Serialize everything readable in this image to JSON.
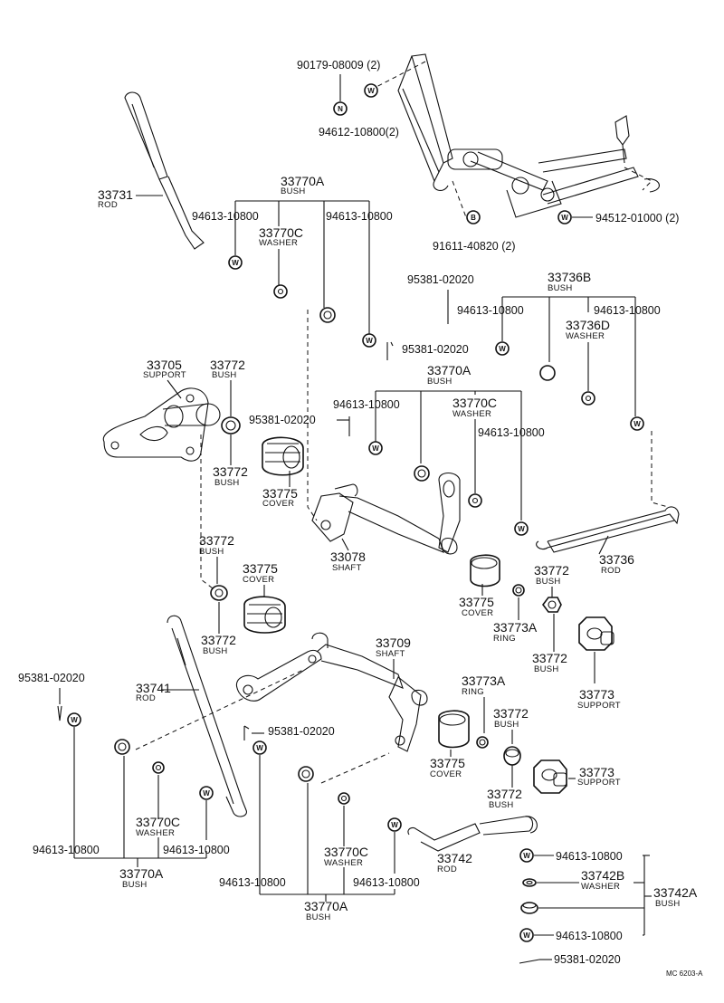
{
  "labels": {
    "p90179": "90179-08009 (2)",
    "p94612": "94612-10800(2)",
    "p91611": "91611-40820 (2)",
    "p94512": "94512-01000 (2)",
    "p33731": "33731",
    "p33731_sub": "ROD",
    "p33770A_top": "33770A",
    "p33770A_top_sub": "BUSH",
    "p94613_a": "94613-10800",
    "p33770C_top": "33770C",
    "p33770C_top_sub": "WASHER",
    "p94613_b": "94613-10800",
    "p95381_a": "95381-02020",
    "p33736B": "33736B",
    "p33736B_sub": "BUSH",
    "p94613_c": "94613-10800",
    "p33736D": "33736D",
    "p33736D_sub": "WASHER",
    "p94613_d": "94613-10800",
    "p95381_b": "95381-02020",
    "p33705": "33705",
    "p33705_sub": "SUPPORT",
    "p33772_a": "33772",
    "p33772_a_sub": "BUSH",
    "p33770A_mid": "33770A",
    "p33770A_mid_sub": "BUSH",
    "p95381_c": "95381-02020",
    "p94613_e": "94613-10800",
    "p33770C_mid": "33770C",
    "p33770C_mid_sub": "WASHER",
    "p33772_b": "33772",
    "p33772_b_sub": "BUSH",
    "p94613_f": "94613-10800",
    "p33775_a": "33775",
    "p33775_a_sub": "COVER",
    "p33078": "33078",
    "p33078_sub": "SHAFT",
    "p33736": "33736",
    "p33736_sub": "ROD",
    "p33772_c": "33772",
    "p33772_c_sub": "BUSH",
    "p33775_b": "33775",
    "p33775_b_sub": "COVER",
    "p33772_d": "33772",
    "p33772_d_sub": "BUSH",
    "p33775_c": "33775",
    "p33775_c_sub": "COVER",
    "p33773A_a": "33773A",
    "p33773A_a_sub": "RING",
    "p33772_e": "33772",
    "p33772_e_sub": "BUSH",
    "p33772_f": "33772",
    "p33772_f_sub": "BUSH",
    "p33709": "33709",
    "p33709_sub": "SHAFT",
    "p33773_a": "33773",
    "p33773_a_sub": "SUPPORT",
    "p95381_d": "95381-02020",
    "p33741": "33741",
    "p33741_sub": "ROD",
    "p33773A_b": "33773A",
    "p33773A_b_sub": "RING",
    "p33772_g": "33772",
    "p33772_g_sub": "BUSH",
    "p95381_e": "95381-02020",
    "p33775_d": "33775",
    "p33775_d_sub": "COVER",
    "p33773_b": "33773",
    "p33773_b_sub": "SUPPORT",
    "p33772_h": "33772",
    "p33772_h_sub": "BUSH",
    "p33770C_bl": "33770C",
    "p33770C_bl_sub": "WASHER",
    "p94613_g": "94613-10800",
    "p94613_h": "94613-10800",
    "p33770A_bl": "33770A",
    "p33770A_bl_sub": "BUSH",
    "p33770C_bc": "33770C",
    "p33770C_bc_sub": "WASHER",
    "p94613_i": "94613-10800",
    "p94613_j": "94613-10800",
    "p33770A_bc": "33770A",
    "p33770A_bc_sub": "BUSH",
    "p33742": "33742",
    "p33742_sub": "ROD",
    "p94613_k": "94613-10800",
    "p33742B": "33742B",
    "p33742B_sub": "WASHER",
    "p33742A": "33742A",
    "p33742A_sub": "BUSH",
    "p94613_l": "94613-10800",
    "p95381_f": "95381-02020",
    "code": "MC 6203-A"
  },
  "symbols": {
    "washer": "W",
    "nut": "N",
    "bolt": "B"
  }
}
